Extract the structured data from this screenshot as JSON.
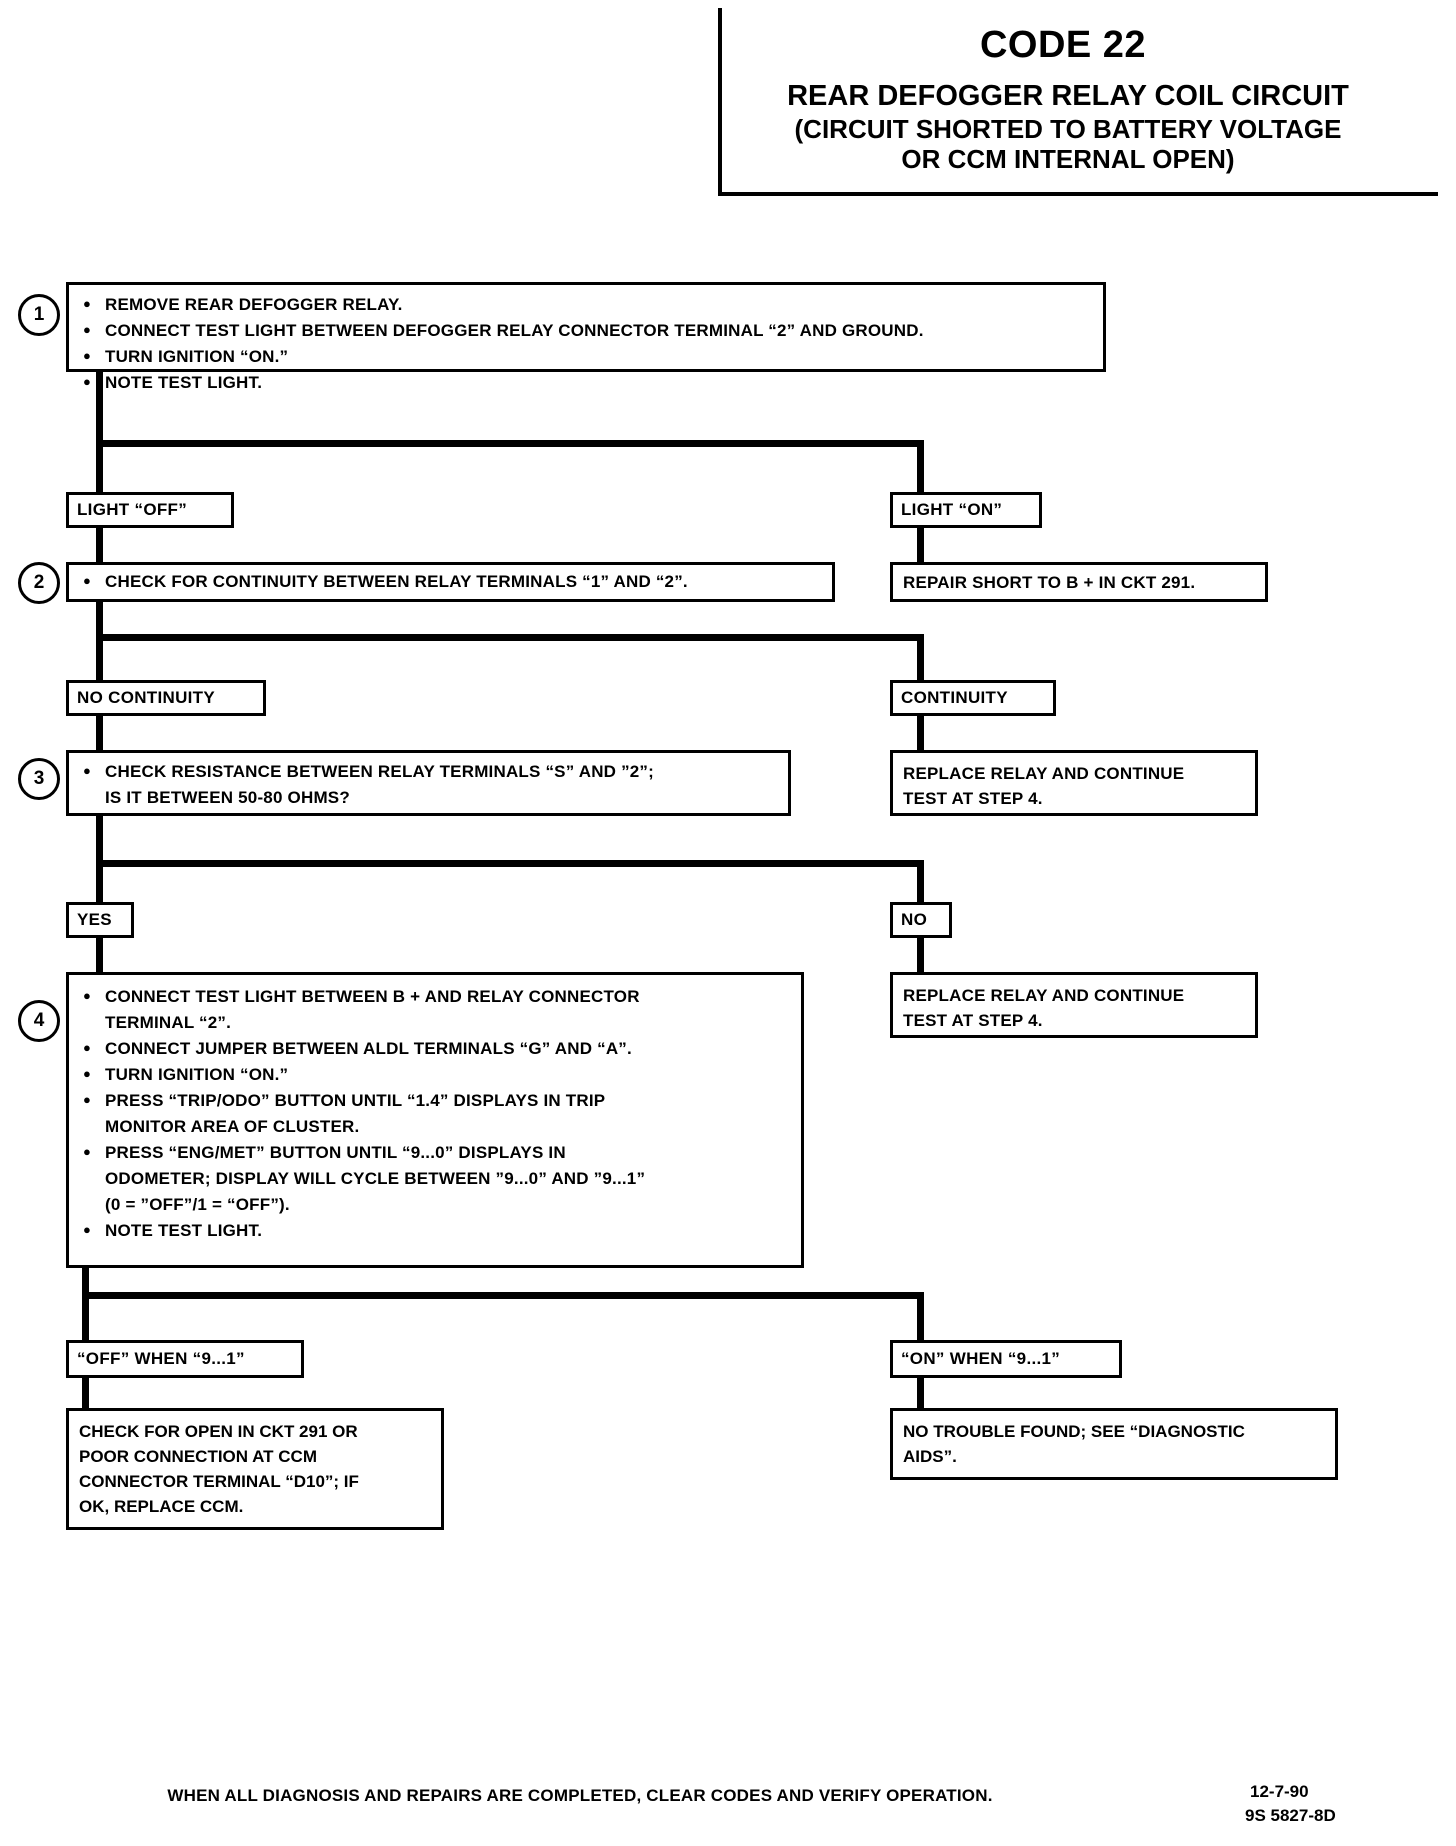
{
  "header": {
    "code_title": "CODE 22",
    "subtitle_line1": "REAR DEFOGGER RELAY COIL CIRCUIT",
    "subtitle_line2": "(CIRCUIT SHORTED TO BATTERY VOLTAGE",
    "subtitle_line3": "OR CCM INTERNAL OPEN)"
  },
  "steps": {
    "step1": {
      "number": "1",
      "bullets": [
        "REMOVE REAR DEFOGGER RELAY.",
        "CONNECT TEST LIGHT BETWEEN DEFOGGER RELAY CONNECTOR TERMINAL “2” AND GROUND.",
        "TURN IGNITION “ON.”",
        "NOTE TEST LIGHT."
      ]
    },
    "step2": {
      "number": "2",
      "bullets": [
        "CHECK FOR CONTINUITY BETWEEN RELAY TERMINALS “1” AND “2”."
      ]
    },
    "step3": {
      "number": "3",
      "bullets": [
        "CHECK RESISTANCE BETWEEN RELAY TERMINALS “S” AND ”2”;",
        "IS IT BETWEEN 50-80 OHMS?"
      ]
    },
    "step4": {
      "number": "4",
      "bullets": [
        "CONNECT TEST LIGHT BETWEEN B + AND RELAY CONNECTOR",
        "TERMINAL “2”.",
        "CONNECT JUMPER BETWEEN ALDL TERMINALS “G” AND “A”.",
        "TURN IGNITION “ON.”",
        "PRESS “TRIP/ODO” BUTTON UNTIL “1.4” DISPLAYS IN TRIP",
        "MONITOR AREA OF CLUSTER.",
        "PRESS “ENG/MET” BUTTON UNTIL “9...0” DISPLAYS IN",
        "ODOMETER; DISPLAY WILL CYCLE BETWEEN ”9...0” AND ”9...1”",
        "(0 = ”OFF”/1 = “OFF”).",
        "NOTE TEST LIGHT."
      ]
    }
  },
  "branch_labels": {
    "light_off": "LIGHT “OFF”",
    "light_on": "LIGHT “ON”",
    "no_continuity": "NO CONTINUITY",
    "continuity": "CONTINUITY",
    "yes": "YES",
    "no": "NO",
    "off_when": "“OFF” WHEN “9...1”",
    "on_when": "“ON” WHEN “9...1”"
  },
  "outcomes": {
    "repair_short": "REPAIR SHORT TO B + IN CKT 291.",
    "replace_relay_1_line1": "REPLACE RELAY AND CONTINUE",
    "replace_relay_1_line2": "TEST AT STEP 4.",
    "replace_relay_2_line1": "REPLACE RELAY AND CONTINUE",
    "replace_relay_2_line2": "TEST AT STEP 4.",
    "check_open_line1": "CHECK FOR OPEN IN CKT 291 OR",
    "check_open_line2": "POOR CONNECTION AT CCM",
    "check_open_line3": "CONNECTOR TERMINAL “D10”; IF",
    "check_open_line4": "OK, REPLACE CCM.",
    "no_trouble_line1": "NO TROUBLE FOUND; SEE “DIAGNOSTIC",
    "no_trouble_line2": "AIDS”."
  },
  "footer": {
    "note": "WHEN ALL DIAGNOSIS AND REPAIRS ARE COMPLETED, CLEAR CODES AND VERIFY OPERATION.",
    "date": "12-7-90",
    "doc_number": "9S 5827-8D"
  }
}
